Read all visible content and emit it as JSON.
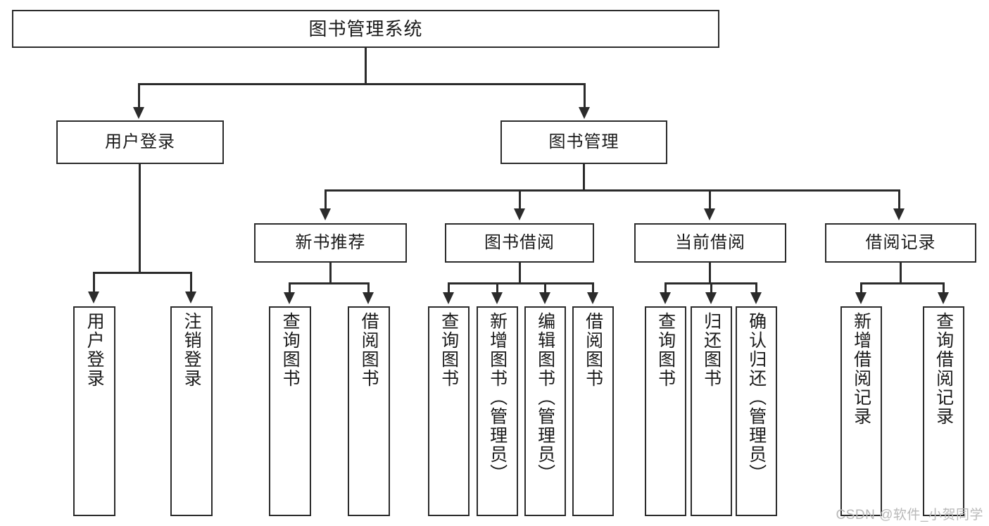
{
  "diagram": {
    "title": "图书管理系统",
    "type": "hierarchy-tree",
    "watermark": "CSDN @软件_小贺同学",
    "colors": {
      "box_border": "#2b2b2b",
      "box_fill": "#ffffff",
      "line": "#2b2b2b",
      "text": "#1a1a1a",
      "watermark": "#b9b9b9",
      "background": "#ffffff"
    },
    "root": {
      "label": "图书管理系统"
    },
    "level2": [
      {
        "label": "用户登录"
      },
      {
        "label": "图书管理"
      }
    ],
    "level3": [
      {
        "label": "新书推荐"
      },
      {
        "label": "图书借阅"
      },
      {
        "label": "当前借阅"
      },
      {
        "label": "借阅记录"
      }
    ],
    "leaves": {
      "user_login": [
        {
          "label": "用户登录"
        },
        {
          "label": "注销登录"
        }
      ],
      "new_book": [
        {
          "label": "查询图书"
        },
        {
          "label": "借阅图书"
        }
      ],
      "book_borrow": [
        {
          "label": "查询图书"
        },
        {
          "label": "新增图书（管理员）"
        },
        {
          "label": "编辑图书（管理员）"
        },
        {
          "label": "借阅图书"
        }
      ],
      "current_borrow": [
        {
          "label": "查询图书"
        },
        {
          "label": "归还图书"
        },
        {
          "label": "确认归还（管理员）"
        }
      ],
      "borrow_record": [
        {
          "label": "新增借阅记录"
        },
        {
          "label": "查询借阅记录"
        }
      ]
    }
  }
}
